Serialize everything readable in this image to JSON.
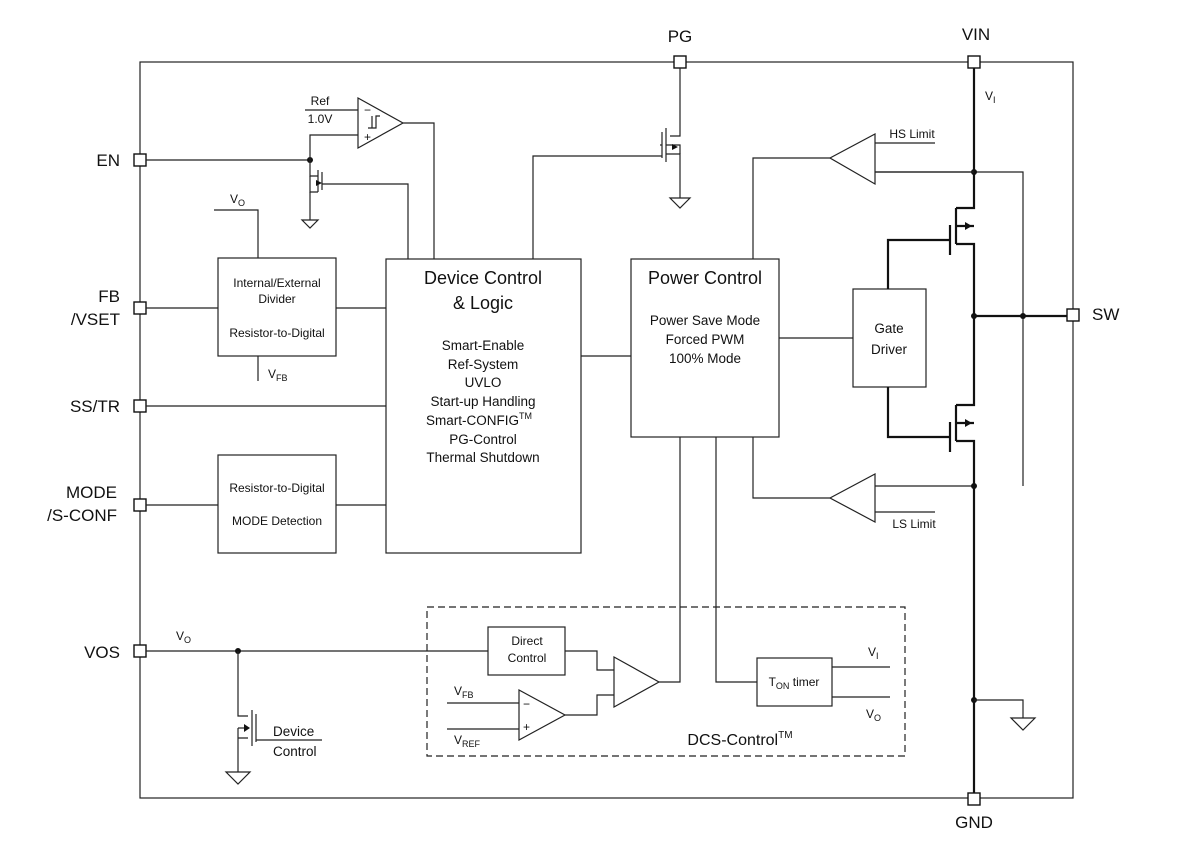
{
  "pins": {
    "en": "EN",
    "fb_line1": "FB",
    "fb_line2": "/VSET",
    "ss_tr": "SS/TR",
    "mode_line1": "MODE",
    "mode_line2": "/S-CONF",
    "vos": "VOS",
    "pg": "PG",
    "vin": "VIN",
    "sw": "SW",
    "gnd": "GND"
  },
  "comparator_ref": {
    "ref_label": "Ref",
    "ref_value": "1.0V"
  },
  "divider_block": {
    "line1": "Internal/External",
    "line2": "Divider",
    "line3": "Resistor-to-Digital",
    "vo_top": "V",
    "vo_top_sub": "O",
    "vfb_bottom": "V",
    "vfb_bottom_sub": "FB"
  },
  "mode_block": {
    "line1": "Resistor-to-Digital",
    "line2": "MODE Detection"
  },
  "device_control": {
    "title_line1": "Device Control",
    "title_line2": "& Logic",
    "items": [
      "Smart-Enable",
      "Ref-System",
      "UVLO",
      "Start-up Handling",
      "Smart-CONFIG",
      "PG-Control",
      "Thermal Shutdown"
    ],
    "smart_config_sup": "TM"
  },
  "power_control": {
    "title": "Power Control",
    "items": [
      "Power Save Mode",
      "Forced PWM",
      "100% Mode"
    ]
  },
  "gate_driver": {
    "line1": "Gate",
    "line2": "Driver"
  },
  "limits": {
    "hs": "HS Limit",
    "ls": "LS Limit"
  },
  "vin_node": {
    "label": "V",
    "sub": "I"
  },
  "vos_node": {
    "label": "V",
    "sub": "O"
  },
  "device_control_fet": {
    "line1": "Device",
    "line2": "Control"
  },
  "dcs": {
    "direct_line1": "Direct",
    "direct_line2": "Control",
    "vfb": "V",
    "vfb_sub": "FB",
    "vref": "V",
    "vref_sub": "REF",
    "ton_main": "T",
    "ton_sub": "ON",
    "ton_rest": " timer",
    "vi": "V",
    "vi_sub": "I",
    "vo": "V",
    "vo_sub": "O",
    "title": "DCS-Control",
    "title_sup": "TM",
    "minus": "−",
    "plus": "+"
  },
  "comp_signs": {
    "minus": "−",
    "plus": "+"
  }
}
